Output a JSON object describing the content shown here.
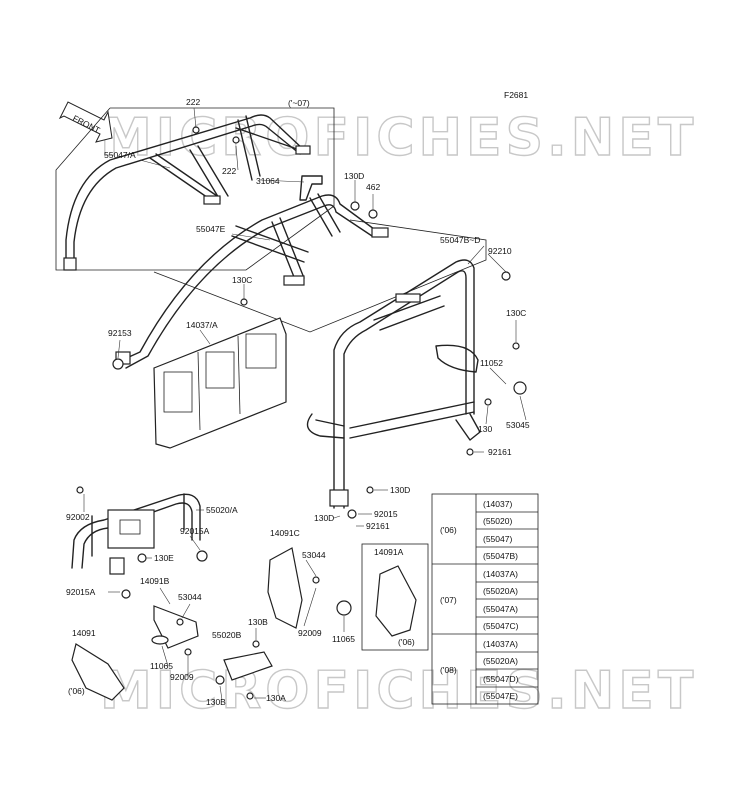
{
  "figure_code": "F2681",
  "front_label": "FRONT",
  "watermark": "MICROFICHES.NET",
  "inset_label": "('~07)",
  "part_labels": [
    "222",
    "55047/A",
    "222",
    "31064",
    "130D",
    "462",
    "55047E",
    "55047B~D",
    "92210",
    "130C",
    "130C",
    "14037/A",
    "92153",
    "11052",
    "130",
    "53045",
    "92161",
    "130D",
    "92002",
    "55020/A",
    "92015",
    "130D",
    "92161",
    "92015A",
    "130E",
    "14091C",
    "53044",
    "14091A",
    "14091B",
    "53044",
    "92015A",
    "92009",
    "11065",
    "130B",
    "55020B",
    "11065",
    "92009",
    "14091",
    "('06)",
    "130B",
    "130A",
    "('06)"
  ],
  "year_table": [
    {
      "year": "('06)",
      "parts": [
        "(14037)",
        "(55020)",
        "(55047)",
        "(55047B)"
      ]
    },
    {
      "year": "('07)",
      "parts": [
        "(14037A)",
        "(55020A)",
        "(55047A)",
        "(55047C)"
      ]
    },
    {
      "year": "('08)",
      "parts": [
        "(14037A)",
        "(55020A)",
        "(55047D)",
        "(55047E)"
      ]
    }
  ]
}
